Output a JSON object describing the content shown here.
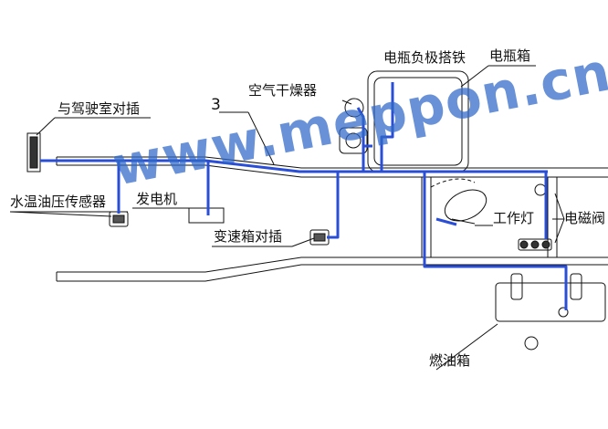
{
  "labels": {
    "battery_neg_ground": "电瓶负极搭铁",
    "battery_box": "电瓶箱",
    "air_dryer": "空气干燥器",
    "cab_connector": "与驾驶室对插",
    "ref_number": "3",
    "water_temp_sensor": "水温油压传感器",
    "generator": "发电机",
    "gearbox_connector": "变速箱对插",
    "work_light": "工作灯",
    "solenoid_valve": "电磁阀",
    "fuel_tank": "燃油箱"
  },
  "watermark": "www.meppon.cn",
  "colors": {
    "line": "#111111",
    "harness": "#2a4fd6",
    "watermark": "#2f68c9"
  }
}
